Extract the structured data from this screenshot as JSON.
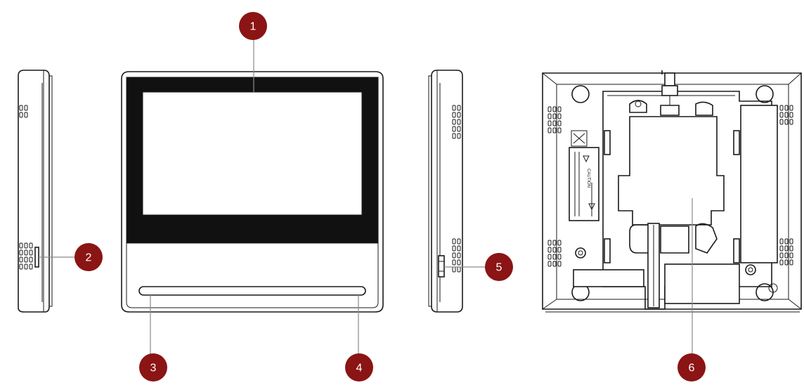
{
  "callouts": [
    {
      "number": "1",
      "color": "#8b1414"
    },
    {
      "number": "2",
      "color": "#8b1414"
    },
    {
      "number": "3",
      "color": "#8b1414"
    },
    {
      "number": "4",
      "color": "#8b1414"
    },
    {
      "number": "5",
      "color": "#8b1414"
    },
    {
      "number": "6",
      "color": "#8b1414"
    }
  ],
  "back_label": {
    "text": "CAUTION"
  },
  "colors": {
    "line": "#1a1a1a",
    "leader": "#8a8a8a",
    "background": "#ffffff"
  }
}
